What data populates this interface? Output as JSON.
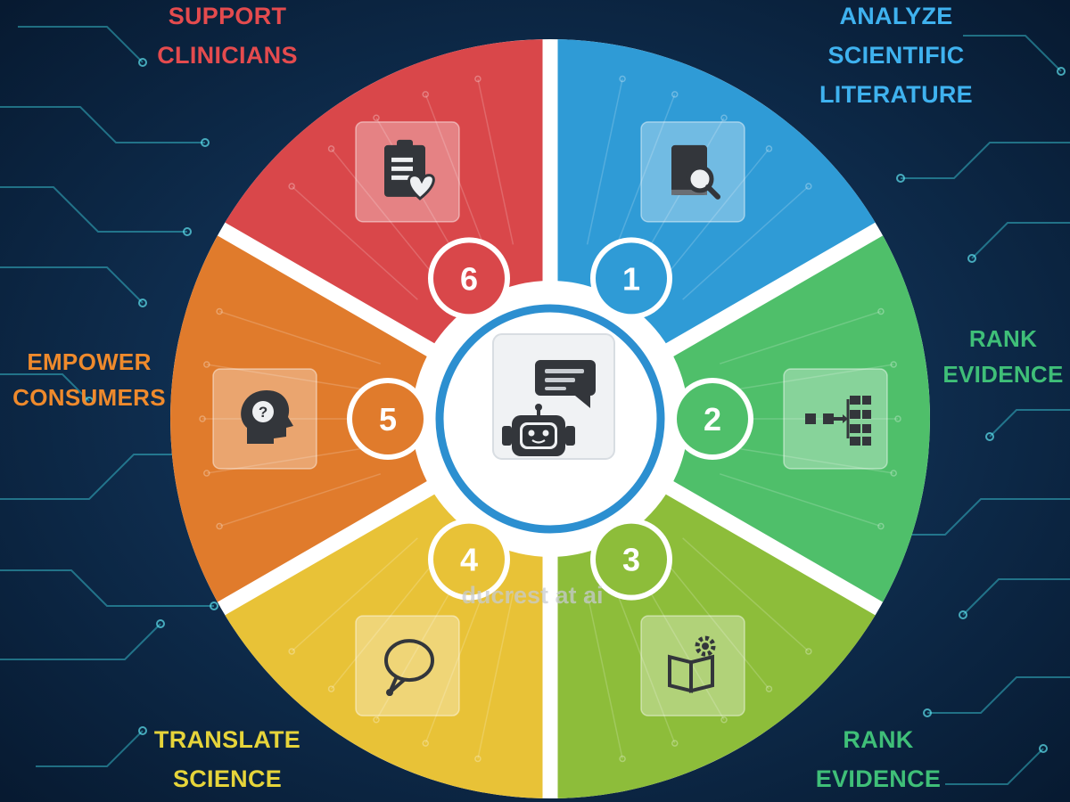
{
  "colors": {
    "background": "#0b2340",
    "red": "#d9474a",
    "blue": "#2f9bd6",
    "green": "#4fbf6a",
    "lime": "#8dbd3a",
    "yellow": "#e8c237",
    "orange": "#e07b2c",
    "hub_ring": "#2c8fd0"
  },
  "center": {
    "icon": "chatbot-robot-icon"
  },
  "watermark": "ducrest at ai",
  "segments": [
    {
      "number": "1",
      "label_lines": [
        "ANALYZE",
        "SCIENTIFIC",
        "LITERATURE"
      ],
      "icon": "book-search-icon",
      "color": "#2f9bd6",
      "label_color": "#3fb2ef"
    },
    {
      "number": "2",
      "label_lines": [
        "RANK",
        "EVIDENCE"
      ],
      "icon": "hierarchy-flow-icon",
      "color": "#4fbf6a",
      "label_color": "#3fbf78"
    },
    {
      "number": "3",
      "label_lines": [
        "RANK",
        "EVIDENCE"
      ],
      "icon": "book-gear-icon",
      "color": "#8dbd3a",
      "label_color": "#3fbf78"
    },
    {
      "number": "4",
      "label_lines": [
        "TRANSLATE",
        "SCIENCE"
      ],
      "icon": "speech-bubble-icon",
      "color": "#e8c237",
      "label_color": "#e6d43a"
    },
    {
      "number": "5",
      "label_lines": [
        "EMPOWER",
        "CONSUMERS"
      ],
      "icon": "head-question-icon",
      "color": "#e07b2c",
      "label_color": "#ef8a2c"
    },
    {
      "number": "6",
      "label_lines": [
        "SUPPORT",
        "CLINICIANS"
      ],
      "icon": "clipboard-heart-icon",
      "color": "#d9474a",
      "label_color": "#e44b4e"
    }
  ]
}
